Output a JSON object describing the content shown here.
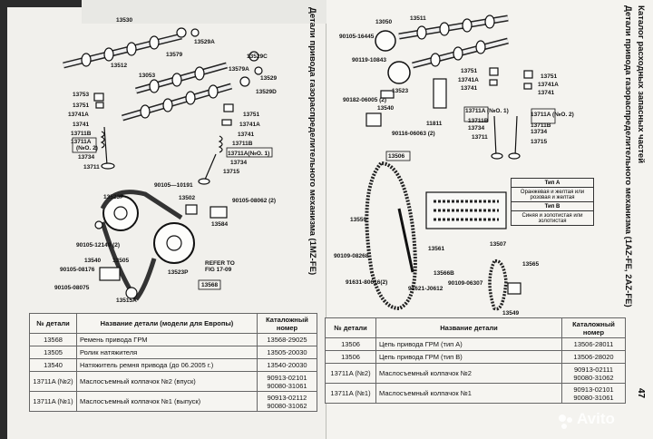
{
  "page_number": "47",
  "left_page": {
    "vertical_title": "Детали привода газораспределительного механизма (1MZ-FE)",
    "table": {
      "headers": [
        "№ детали",
        "Название детали (модели для Европы)",
        "Каталожный номер"
      ],
      "rows": [
        {
          "part": "13568",
          "name": "Ремень привода ГРМ",
          "number": "13568-29025"
        },
        {
          "part": "13505",
          "name": "Ролик натяжителя",
          "number": "13505-20030"
        },
        {
          "part": "13540",
          "name": "Натяжитель ремня привода (до 06.2005 г.)",
          "number": "13540-20030"
        },
        {
          "part": "13711A (№2)",
          "name": "Маслосъемный колпачок №2 (впуск)",
          "number": "90913-02101\n90080-31061"
        },
        {
          "part": "13711A (№1)",
          "name": "Маслосъемный колпачок №1 (выпуск)",
          "number": "90913-02112\n90080-31062"
        }
      ]
    },
    "labels": {
      "l13530": "13530",
      "l13529A": "13529A",
      "l13579": "13579",
      "l13512": "13512",
      "l13529C": "13529C",
      "l13053": "13053",
      "l13579A": "13579A",
      "l13529": "13529",
      "l13529D": "13529D",
      "l13753": "13753",
      "l13751": "13751",
      "l13741A": "13741A",
      "l13741": "13741",
      "l13711B": "13711B",
      "l13711A": "13711A",
      "l13711A_no2": "(№О. 2)",
      "l13734": "13734",
      "l13711": "13711",
      "l13751b": "13751",
      "l13741Ab": "13741A",
      "l13741b": "13741",
      "l13711Bb": "13711B",
      "l13711Ab": "13711A(№О. 1)",
      "l13734b": "13734",
      "l13715": "13715",
      "l90105_10191": "90105—10191",
      "l13523P": "13523P",
      "l13502": "13502",
      "l90105_08062": "90105-08062 (2)",
      "l13584": "13584",
      "l90105_12149": "90105-12149 (2)",
      "l13540": "13540",
      "l13505": "13505",
      "l90105_08176": "90105-08176",
      "l13523Pb": "13523P",
      "l13515A": "13515A",
      "l90105_08075": "90105-08075",
      "l13568": "13568",
      "refer_to": "REFER TO",
      "fig": "FIG 17-09"
    }
  },
  "right_page": {
    "vertical_title": "Каталог расходных запасных частей",
    "vertical_subtitle": "Детали привода газораспределительного механизма (1AZ-FE, 2AZ-FE)",
    "table": {
      "headers": [
        "№ детали",
        "Название детали",
        "Каталожный номер"
      ],
      "rows": [
        {
          "part": "13506",
          "name": "Цепь привода ГРМ (тип A)",
          "number": "13506-28011"
        },
        {
          "part": "13506",
          "name": "Цепь привода ГРМ (тип B)",
          "number": "13506-28020"
        },
        {
          "part": "13711A (№2)",
          "name": "Маслосъемный колпачок №2",
          "number": "90913-02111\n90080-31062"
        },
        {
          "part": "13711A (№1)",
          "name": "Маслосъемный колпачок №1",
          "number": "90913-02101\n90080-31061"
        }
      ]
    },
    "legend": {
      "header": "Тип A",
      "row1": "Оранжевая и желтая или розовая и желтая",
      "header2": "Тип B",
      "row2": "Синяя и золотистая или золотистая"
    },
    "labels": {
      "l13050": "13050",
      "l13511": "13511",
      "l90105_16445": "90105-16445",
      "l90119_10843": "90119-10843",
      "l13523": "13523",
      "l13751": "13751",
      "l13741A": "13741A",
      "l13741": "13741",
      "l13751b": "13751",
      "l13741Ab": "13741A",
      "l13741b": "13741",
      "l90182_06005": "90182-06005 (2)",
      "l13540": "13540",
      "l90116_06063": "90116-06063 (2)",
      "l11811": "11811",
      "l13711A_no1": "13711A (№О. 1)",
      "l13711B": "13711B",
      "l13734": "13734",
      "l13711": "13711",
      "l13711A_no2": "13711A (№О. 2)",
      "l13711Bb": "13711B",
      "l13734b": "13734",
      "l13715": "13715",
      "l13506": "13506",
      "l13559": "13559",
      "l13561": "13561",
      "l90109_08268": "90109-08268",
      "l13507": "13507",
      "l13565": "13565",
      "l13566B": "13566B",
      "l91631_80616": "91631-80616(2)",
      "l91621_J0612": "91621-J0612",
      "l90109_06307": "90109-06307",
      "l13549": "13549"
    }
  },
  "watermark": "Avito"
}
